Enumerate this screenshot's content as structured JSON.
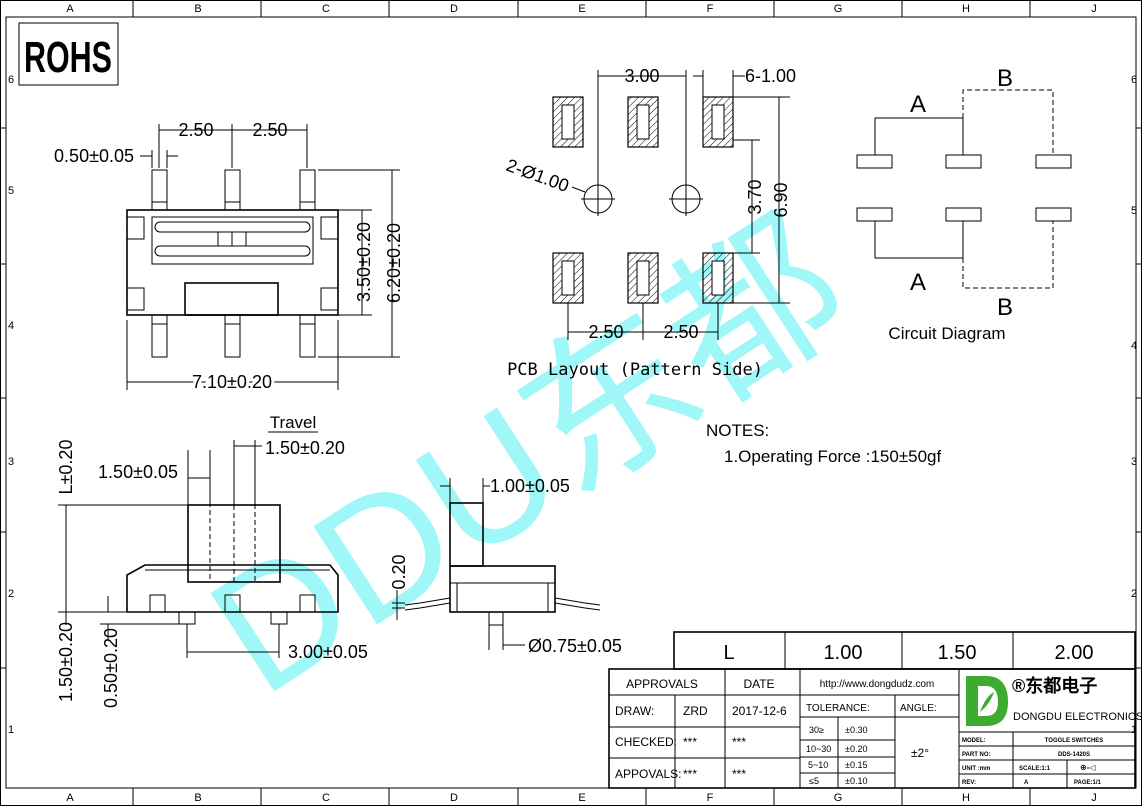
{
  "border": {
    "columns": [
      "A",
      "B",
      "C",
      "D",
      "E",
      "F",
      "G",
      "H",
      "J"
    ],
    "rows": [
      "6",
      "5",
      "4",
      "3",
      "2",
      "1"
    ]
  },
  "rohs": "ROHS",
  "watermark": "DDU东都",
  "top_view": {
    "dim_pitch_left": "2.50",
    "dim_pitch_right": "2.50",
    "dim_pin_width": "0.50±0.05",
    "dim_body_h": "3.50±0.20",
    "dim_total_h": "6.20±0.20",
    "dim_body_w": "7.10±0.20"
  },
  "pcb": {
    "dim_hole_pitch": "3.00",
    "dim_pad_width": "6-1.00",
    "dim_hole_dia": "2-Ø1.00",
    "dim_inner_h": "3.70",
    "dim_outer_h": "6.90",
    "dim_pitch_left": "2.50",
    "dim_pitch_right": "2.50",
    "caption": "PCB Layout (Pattern Side)"
  },
  "circuit": {
    "label_a_top": "A",
    "label_b_top": "B",
    "label_a_bottom": "A",
    "label_b_bottom": "B",
    "caption": "Circuit Diagram"
  },
  "side_view": {
    "travel_label": "Travel",
    "dim_travel": "1.50±0.20",
    "dim_actuator_w": "1.50±0.05",
    "dim_L": "L±0.20",
    "dim_base": "1.50±0.20",
    "dim_post": "0.50±0.20",
    "dim_peg_pitch": "3.00±0.05"
  },
  "end_view": {
    "dim_actuator": "1.00±0.05",
    "dim_thickness": "0.20",
    "dim_peg_dia": "Ø0.75±0.05"
  },
  "notes": {
    "heading": "NOTES:",
    "items": [
      "1.Operating Force :150±50gf"
    ]
  },
  "l_table": {
    "header": "L",
    "values": [
      "1.00",
      "1.50",
      "2.00"
    ]
  },
  "title_block": {
    "approvals": "APPROVALS",
    "date": "DATE",
    "rows": [
      {
        "label": "DRAW:",
        "who": "ZRD",
        "date": "2017-12-6"
      },
      {
        "label": "CHECKED:",
        "who": "***",
        "date": "***"
      },
      {
        "label": "APPOVALS:",
        "who": "***",
        "date": "***"
      }
    ],
    "url": "http://www.dongdudz.com",
    "tolerance_label": "TOLERANCE:",
    "angle_label": "ANGLE:",
    "angle_value": "±2°",
    "tolerances": [
      {
        "range": "30≥",
        "value": "±0.30"
      },
      {
        "range": "10~30",
        "value": "±0.20"
      },
      {
        "range": "5~10",
        "value": "±0.15"
      },
      {
        "range": "≤5",
        "value": "±0.10"
      }
    ],
    "company_cn": "®东都电子",
    "company_en": "DONGDU ELECTRONICS",
    "model_label": "MODEL:",
    "model_value": "TOGGLE SWITCHES",
    "part_label": "PART NO:",
    "part_value": "DDS-1420S",
    "unit_label": "UNIT :mm",
    "scale_label": "SCALE:1:1",
    "proj_symbol": "⊕-◁",
    "rev_label": "REV:",
    "rev_value": "A",
    "page_label": "PAGE:1/1"
  },
  "colors": {
    "watermark": "#7ff5f5",
    "logo_green": "#3dab2f"
  }
}
